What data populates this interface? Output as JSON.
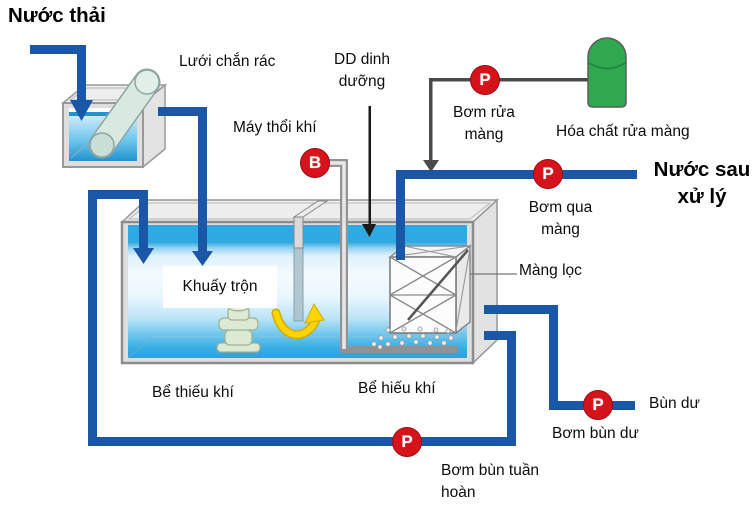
{
  "labels": {
    "influent": "Nước thải",
    "screen_filter": "Lưới chắn rác",
    "nutrient": "DD dinh\ndưỡng",
    "air_blower": "Máy thổi khí",
    "wash_pump": "Bơm rửa\nmàng",
    "wash_chemical": "Hóa chất rửa màng",
    "effluent": "Nước sau\nxử lý",
    "permeate_pump": "Bơm qua\nmàng",
    "membrane": "Màng lọc",
    "mixing": "Khuấy trộn",
    "anoxic_tank": "Bể thiếu khí",
    "aerobic_tank": "Bể hiếu khí",
    "excess_sludge": "Bùn dư",
    "excess_sludge_pump": "Bơm bùn dư",
    "recirculation_pump": "Bơm bùn tuần\nhoàn"
  },
  "badges": {
    "pump": "P",
    "blower": "B"
  },
  "colors": {
    "pipe_blue": "#1a57a6",
    "badge_red": "#d6121a",
    "chemical_green": "#2fa84f",
    "water_blue": "#2fa9e1",
    "arrow_yellow": "#ffd400",
    "line_gray": "#4a4a4a"
  }
}
